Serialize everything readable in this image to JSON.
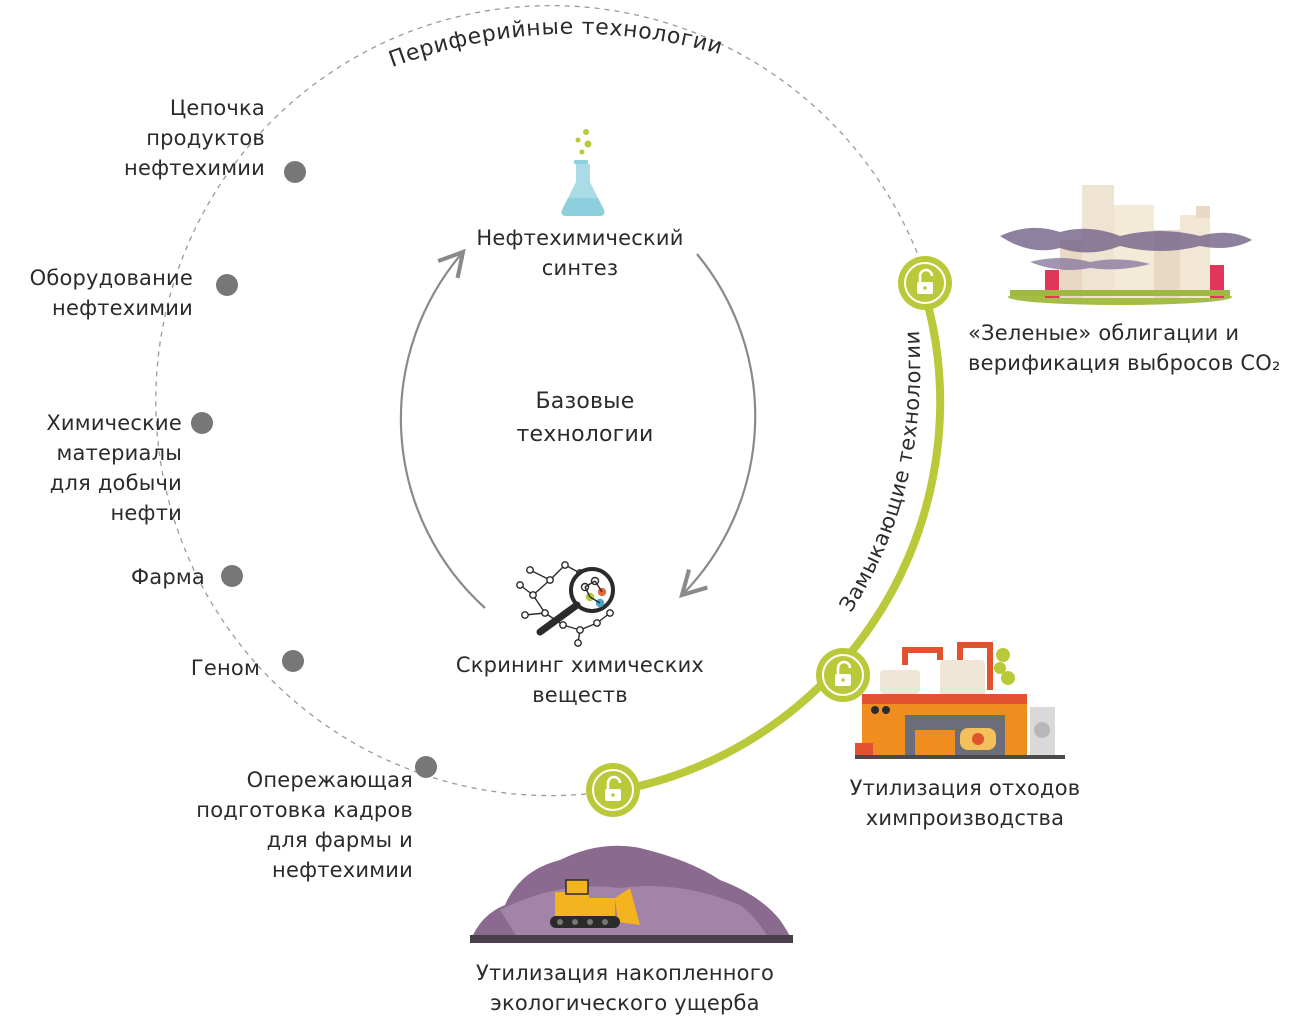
{
  "diagram": {
    "outer_arc_label": "Периферийные технологии",
    "closing_arc_label": "Замыкающие технологии",
    "center_label": "Базовые\nтехнологии",
    "inner_nodes": [
      {
        "id": "synthesis",
        "label": "Нефтехимический\nсинтез",
        "icon": "flask-icon"
      },
      {
        "id": "screening",
        "label": "Скрининг химических\nвеществ",
        "icon": "magnifier-molecule-icon"
      }
    ],
    "peripheral_items": [
      {
        "label": "Цепочка\nпродуктов\nнефтехимии"
      },
      {
        "label": "Оборудование\nнефтехимии"
      },
      {
        "label": "Химические\nматериалы\nдля добычи\nнефти"
      },
      {
        "label": "Фарма"
      },
      {
        "label": "Геном"
      },
      {
        "label": "Опережающая\nподготовка кадров\nдля фармы и\nнефтехимии"
      }
    ],
    "closing_items": [
      {
        "label": "«Зеленые» облигации и\nверификация выбросов CO₂",
        "icon": "city-smog-icon"
      },
      {
        "label": "Утилизация отходов\nхимпроизводства",
        "icon": "chemical-plant-icon"
      },
      {
        "label": "Утилизация накопленного\nэкологического ущерба",
        "icon": "bulldozer-waste-icon"
      }
    ],
    "colors": {
      "accent_green": "#b9c93a",
      "dot_gray": "#777777",
      "arrow_gray": "#8a8a8a",
      "dashed_gray": "#9a9a9a",
      "text": "#2b2b2b"
    }
  }
}
